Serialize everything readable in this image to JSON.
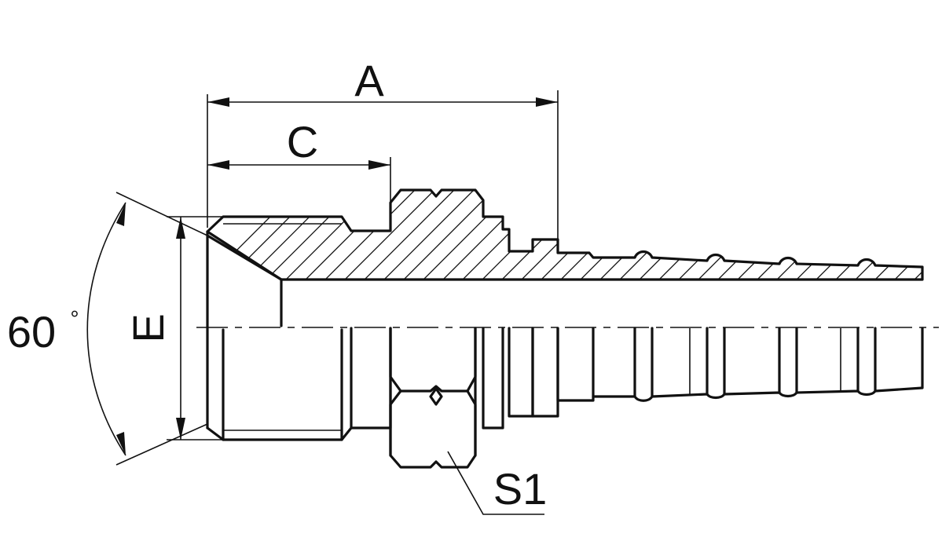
{
  "dimensions": {
    "a_label": "A",
    "c_label": "C",
    "e_label": "E",
    "s1_label": "S1"
  },
  "angle": {
    "value": "60",
    "unit": "°"
  }
}
